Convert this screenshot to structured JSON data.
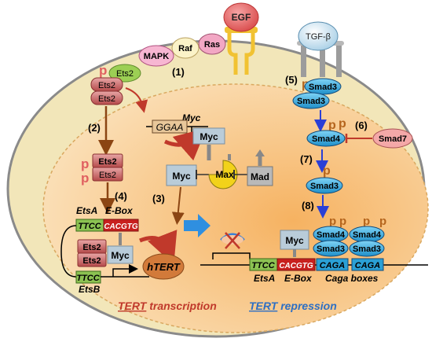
{
  "labels": {
    "egf": "EGF",
    "tgfb": "TGF-β",
    "mapk": "MAPK",
    "raf": "Raf",
    "ras": "Ras",
    "ets2": "Ets2",
    "p": "p",
    "myc": "Myc",
    "myc_italic": "Myc",
    "ggaa": "GGAA",
    "max": "Max",
    "mad": "Mad",
    "smad3": "Smad3",
    "smad4": "Smad4",
    "smad7": "Smad7",
    "etsA": "EtsA",
    "etsB": "EtsB",
    "ebox": "E-Box",
    "ttcc": "TTCC",
    "cacgtg": "CACGTG",
    "caga": "CAGA",
    "htert": "hTERT",
    "caga_boxes": "Caga boxes",
    "step1": "(1)",
    "step2": "(2)",
    "step3": "(3)",
    "step4": "(4)",
    "step5": "(5)",
    "step6": "(6)",
    "step7": "(7)",
    "step8": "(8)",
    "tert": "TERT",
    "transcription": " transcription",
    "repression": " repression"
  },
  "colors": {
    "cell_fill": "#f3e7b8",
    "nucleus_fill": "#f7c88a",
    "ets2": "#b35050",
    "smad": "#2aa0d6",
    "smad7": "#f4a7a7",
    "red_text": "#c0392b",
    "blue_text": "#2d6fc4",
    "myc_box": "#b7cbd9",
    "max": "#f2d21a"
  }
}
